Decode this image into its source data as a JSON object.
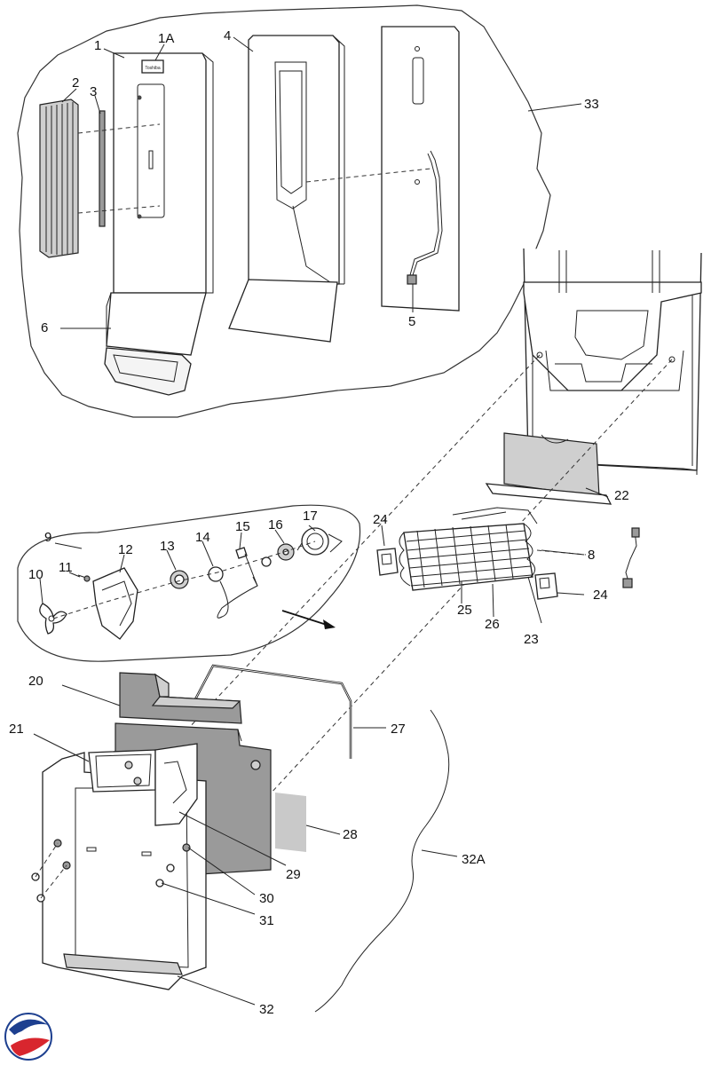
{
  "labels": {
    "l1": "1",
    "l1a": "1A",
    "l2": "2",
    "l3": "3",
    "l4": "4",
    "l5": "5",
    "l6": "6",
    "l8": "8",
    "l9": "9",
    "l10": "10",
    "l11": "11",
    "l12": "12",
    "l13": "13",
    "l14": "14",
    "l15": "15",
    "l16": "16",
    "l17": "17",
    "l20": "20",
    "l21": "21",
    "l22": "22",
    "l23": "23",
    "l24a": "24",
    "l24b": "24",
    "l25": "25",
    "l26": "26",
    "l27": "27",
    "l28": "28",
    "l29": "29",
    "l30": "30",
    "l31": "31",
    "l32": "32",
    "l32a": "32A",
    "l33": "33"
  },
  "panel_badge": "Toshiba",
  "brand_colors": {
    "logo_blue": "#1d3f8f",
    "logo_red": "#d8262e"
  }
}
